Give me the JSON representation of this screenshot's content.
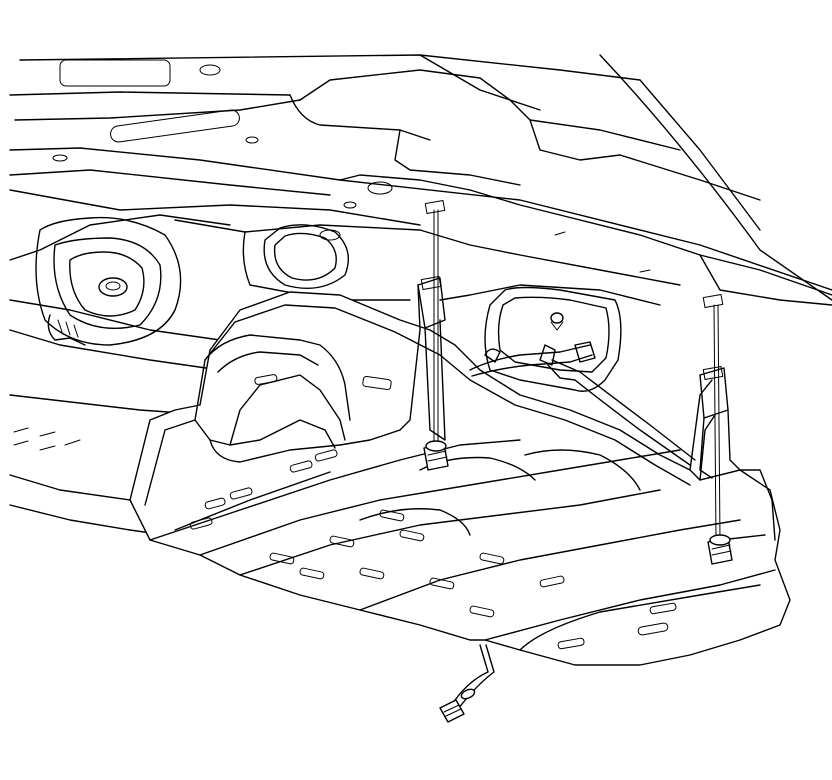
{
  "figure": {
    "kind": "technical line illustration",
    "colors": {
      "background": "#ffffff",
      "line": "#000000"
    },
    "parts": [
      "underbody-floor-pan",
      "spare-tire-well",
      "heat-shield",
      "mounting-bracket",
      "fastener",
      "wire-harness",
      "connector"
    ],
    "icons": [
      "bolt-icon",
      "connector-icon"
    ]
  }
}
